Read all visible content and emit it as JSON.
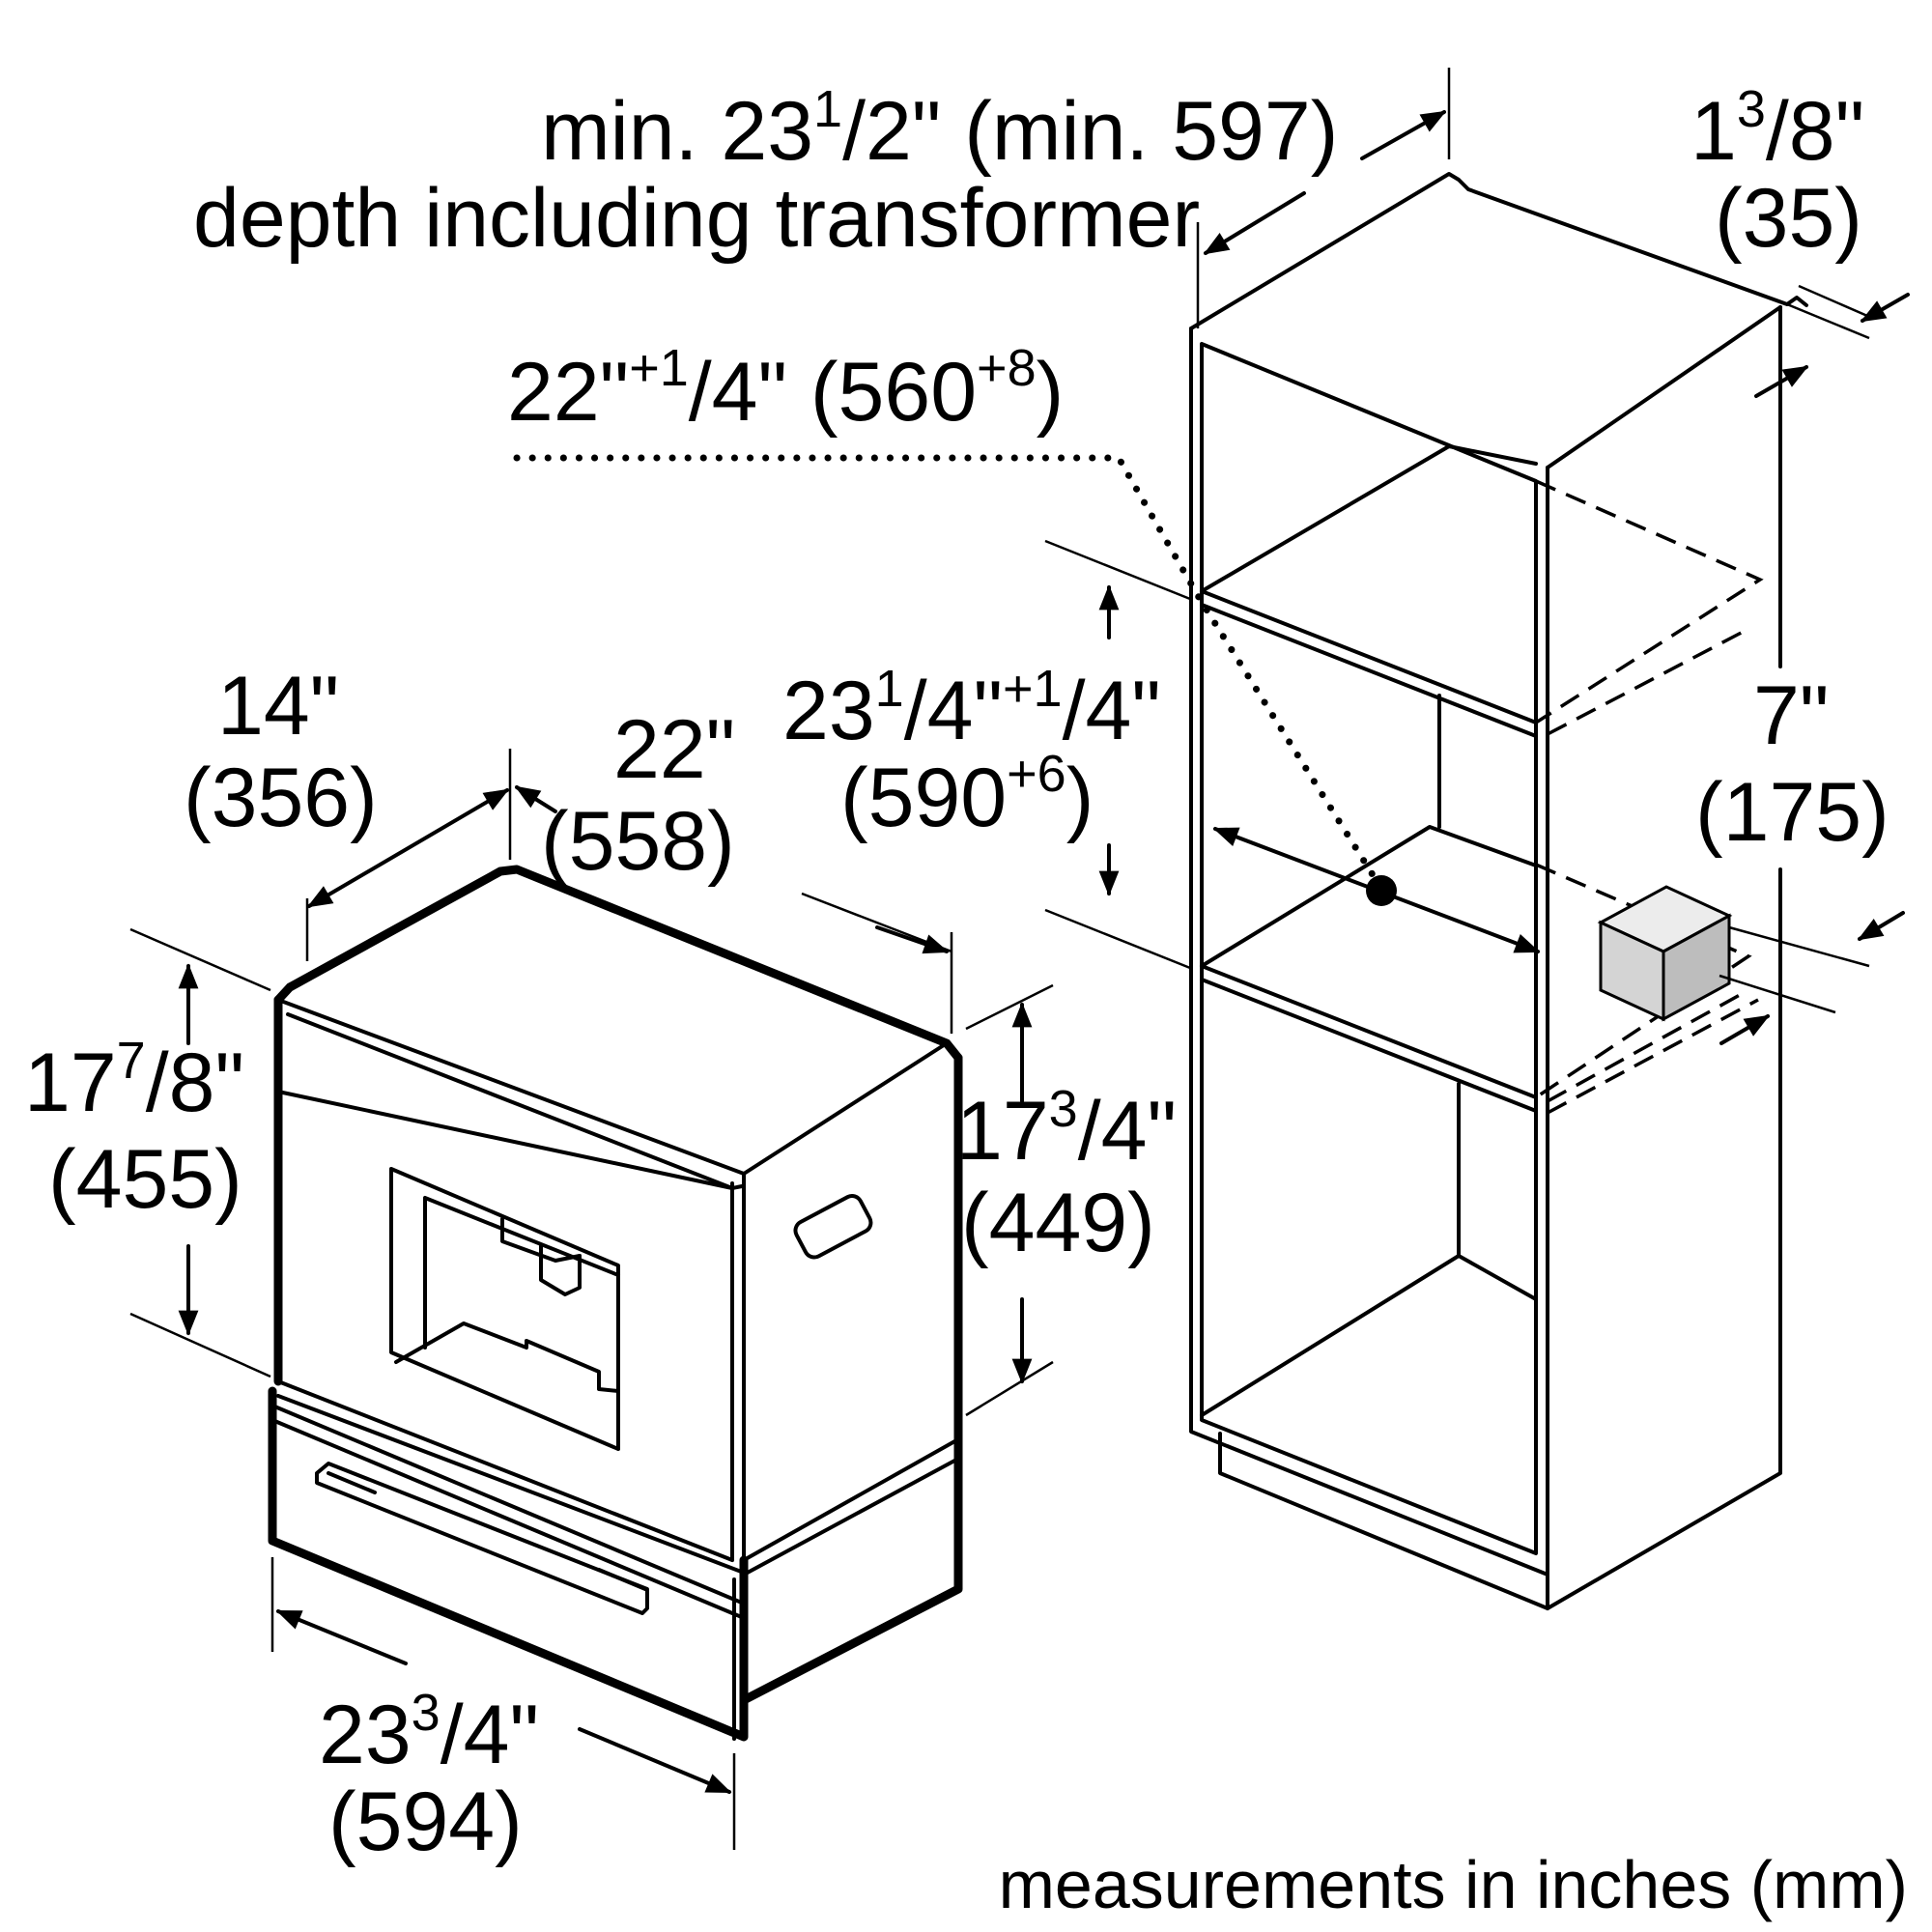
{
  "dims": {
    "depth_transformer": {
      "line1_pre": "min. 23",
      "line1_sup": "1",
      "line1_post": "/2\" (min. 597)",
      "line2": "depth including transformer"
    },
    "offset_top": {
      "in_pre": "1",
      "in_sup": "3",
      "in_post": "/8\"",
      "mm": "(35)"
    },
    "niche_depth": {
      "pre": "22\"",
      "sup1": "+1",
      "mid": "/4\" (560",
      "sup2": "+8",
      "post": ")"
    },
    "niche_height": {
      "l1_pre": "23",
      "l1_sup1": "1",
      "l1_mid": "/4\"",
      "l1_sup2": "+1",
      "l1_post": "/4\"",
      "l2_pre": "(590",
      "l2_sup": "+6",
      "l2_post": ")"
    },
    "transformer_height": {
      "in": "7\"",
      "mm": "(175)"
    },
    "appliance_depth_top": {
      "in": "14\"",
      "mm": "(356)"
    },
    "appliance_width_top": {
      "in": "22\"",
      "mm": "(558)"
    },
    "front_height": {
      "in_pre": "17",
      "in_sup": "7",
      "in_post": "/8\"",
      "mm": "(455)"
    },
    "body_height": {
      "in_pre": "17",
      "in_sup": "3",
      "in_post": "/4\"",
      "mm": "(449)"
    },
    "front_width": {
      "in_pre": "23",
      "in_sup": "3",
      "in_post": "/4\"",
      "mm": "(594)"
    }
  },
  "note": "measurements in inches (mm)"
}
